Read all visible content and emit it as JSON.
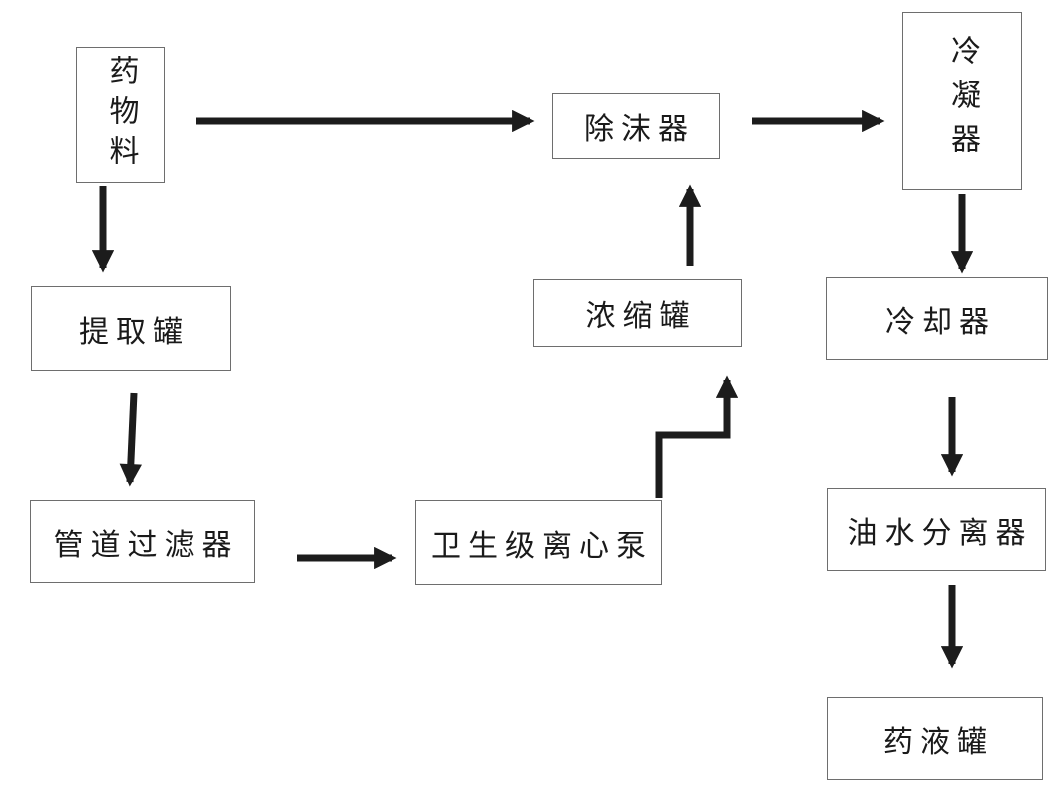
{
  "diagram": {
    "type": "flowchart",
    "description": "Pharmaceutical extraction and concentration process flow diagram",
    "colors": {
      "background": "#ffffff",
      "box_border": "#6e6e6e",
      "arrow": "#1c1c1c",
      "text": "#1a1a1a"
    },
    "nodes": [
      {
        "id": "drug-material",
        "label": "药物料",
        "text_orientation": "vertical"
      },
      {
        "id": "extraction-tank",
        "label": "提取罐",
        "text_orientation": "horizontal"
      },
      {
        "id": "pipeline-filter",
        "label": "管道过滤器",
        "text_orientation": "horizontal"
      },
      {
        "id": "sanitary-pump",
        "label": "卫生级离心泵",
        "text_orientation": "horizontal"
      },
      {
        "id": "concentration-tank",
        "label": "浓缩罐",
        "text_orientation": "horizontal"
      },
      {
        "id": "demister",
        "label": "除沫器",
        "text_orientation": "horizontal"
      },
      {
        "id": "condenser",
        "label": "冷凝器",
        "text_orientation": "vertical"
      },
      {
        "id": "cooler",
        "label": "冷却器",
        "text_orientation": "horizontal"
      },
      {
        "id": "oil-water-separator",
        "label": "油水分离器",
        "text_orientation": "horizontal"
      },
      {
        "id": "liquid-medicine-tank",
        "label": "药液罐",
        "text_orientation": "horizontal"
      }
    ],
    "edges": [
      {
        "from": "drug-material",
        "to": "demister",
        "from_label": "药物料",
        "to_label": "除沫器",
        "shape": "straight-right"
      },
      {
        "from": "drug-material",
        "to": "extraction-tank",
        "from_label": "药物料",
        "to_label": "提取罐",
        "shape": "straight-down"
      },
      {
        "from": "extraction-tank",
        "to": "pipeline-filter",
        "from_label": "提取罐",
        "to_label": "管道过滤器",
        "shape": "straight-down"
      },
      {
        "from": "pipeline-filter",
        "to": "sanitary-pump",
        "from_label": "管道过滤器",
        "to_label": "卫生级离心泵",
        "shape": "straight-right"
      },
      {
        "from": "sanitary-pump",
        "to": "concentration-tank",
        "from_label": "卫生级离心泵",
        "to_label": "浓缩罐",
        "shape": "elbow-up-right-up"
      },
      {
        "from": "concentration-tank",
        "to": "demister",
        "from_label": "浓缩罐",
        "to_label": "除沫器",
        "shape": "straight-up"
      },
      {
        "from": "demister",
        "to": "condenser",
        "from_label": "除沫器",
        "to_label": "冷凝器",
        "shape": "straight-right"
      },
      {
        "from": "condenser",
        "to": "cooler",
        "from_label": "冷凝器",
        "to_label": "冷却器",
        "shape": "straight-down"
      },
      {
        "from": "cooler",
        "to": "oil-water-separator",
        "from_label": "冷却器",
        "to_label": "油水分离器",
        "shape": "straight-down"
      },
      {
        "from": "oil-water-separator",
        "to": "liquid-medicine-tank",
        "from_label": "油水分离器",
        "to_label": "药液罐",
        "shape": "straight-down"
      }
    ]
  }
}
